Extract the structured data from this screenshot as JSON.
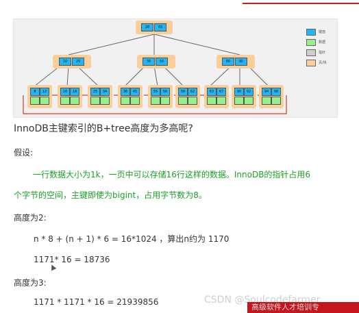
{
  "diagram": {
    "root": [
      "28",
      "65"
    ],
    "level2": [
      [
        "10",
        "25"
      ],
      [
        "35",
        "56"
      ],
      [
        "80",
        "90"
      ]
    ],
    "leaves": [
      [
        "8",
        "12"
      ],
      [
        "16",
        "18"
      ],
      [
        "25",
        "34"
      ],
      [
        "36",
        "45"
      ],
      [
        "55",
        "56"
      ],
      [
        "58",
        "62"
      ],
      [
        "63",
        "67"
      ],
      [
        "90",
        "92"
      ],
      [
        "94",
        "98"
      ]
    ],
    "legend": [
      {
        "label": "键值",
        "color": "#23b5f2"
      },
      {
        "label": "数据",
        "color": "#98ef8c"
      },
      {
        "label": "指针",
        "color": "#cfcfcf"
      },
      {
        "label": "页/块",
        "color": "#f9cf9c"
      }
    ]
  },
  "question": "InnoDB主键索引的B+tree高度为多高呢?",
  "assumption_label": "假设:",
  "assumption_line1": "一行数据大小为1k，一页中可以存储16行这样的数据。InnoDB的指针占用6",
  "assumption_line2": "个字节的空间，主键即使为bigint，占用字节数为8。",
  "height2_label": "高度为2:",
  "formula1": "n * 8 + (n + 1) * 6 = 16*1024 ，算出n约为 1170",
  "formula2": "1171* 16 = 18736",
  "height3_label": "高度为3:",
  "formula3": "1171 * 1171 * 16 = 21939856",
  "watermark": "CSDN @Soulcodefarmer",
  "banner": "高级软件人才培训专"
}
